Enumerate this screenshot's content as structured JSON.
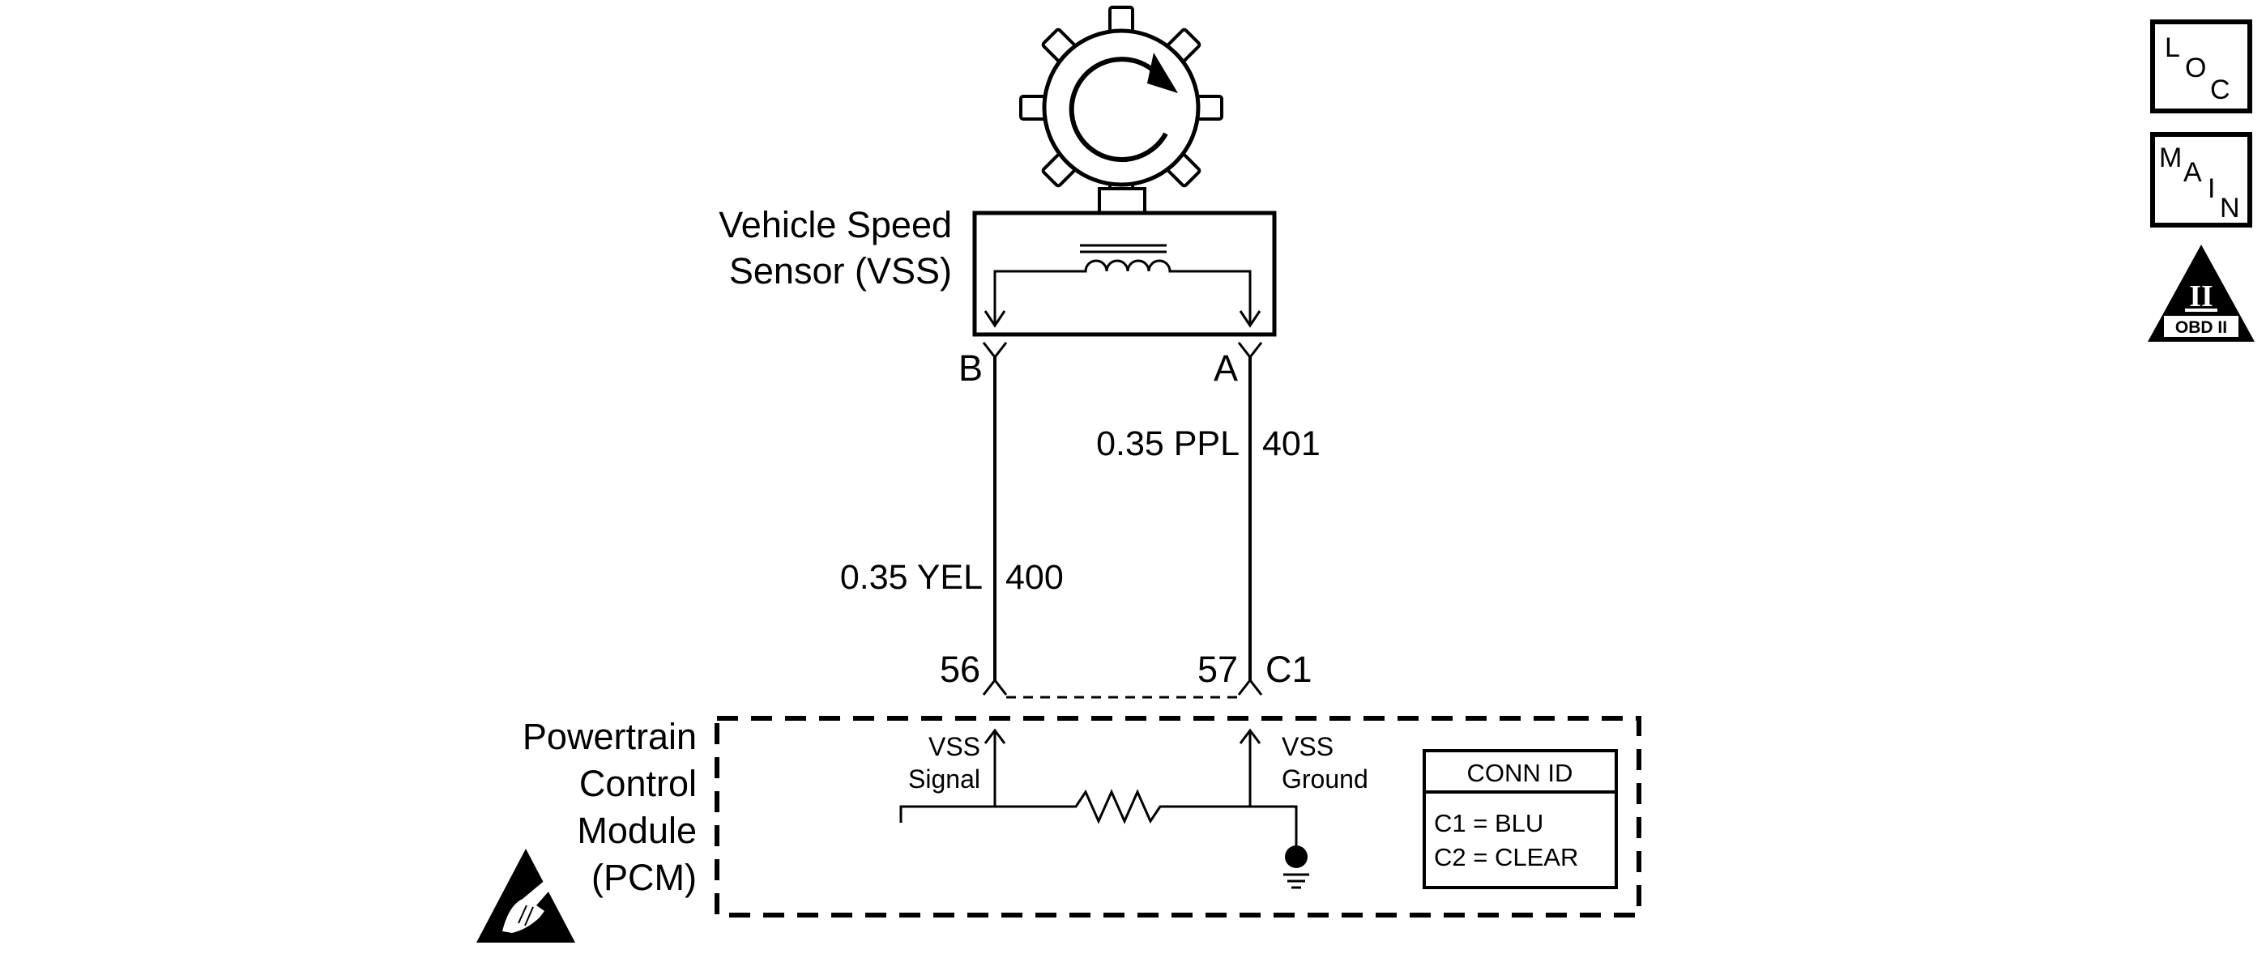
{
  "sensor": {
    "label_line1": "Vehicle Speed",
    "label_line2": "Sensor (VSS)",
    "pin_b": "B",
    "pin_a": "A"
  },
  "wires": {
    "pin_a_wire": {
      "gauge_color": "0.35 PPL",
      "circuit": "401"
    },
    "pin_b_wire": {
      "gauge_color": "0.35 YEL",
      "circuit": "400"
    }
  },
  "connector": {
    "pin_56": "56",
    "pin_57": "57",
    "id": "C1"
  },
  "pcm": {
    "label_line1": "Powertrain",
    "label_line2": "Control",
    "label_line3": "Module",
    "label_line4": "(PCM)",
    "vss_signal_line1": "VSS",
    "vss_signal_line2": "Signal",
    "vss_ground_line1": "VSS",
    "vss_ground_line2": "Ground"
  },
  "conn_id_box": {
    "header": "CONN ID",
    "row1": "C1 = BLU",
    "row2": "C2 = CLEAR"
  },
  "badges": {
    "loc": {
      "l": "L",
      "o": "O",
      "c": "C"
    },
    "main": {
      "m": "M",
      "a": "A",
      "i": "I",
      "n": "N"
    },
    "obd": {
      "numeral": "II",
      "caption": "OBD II"
    }
  }
}
